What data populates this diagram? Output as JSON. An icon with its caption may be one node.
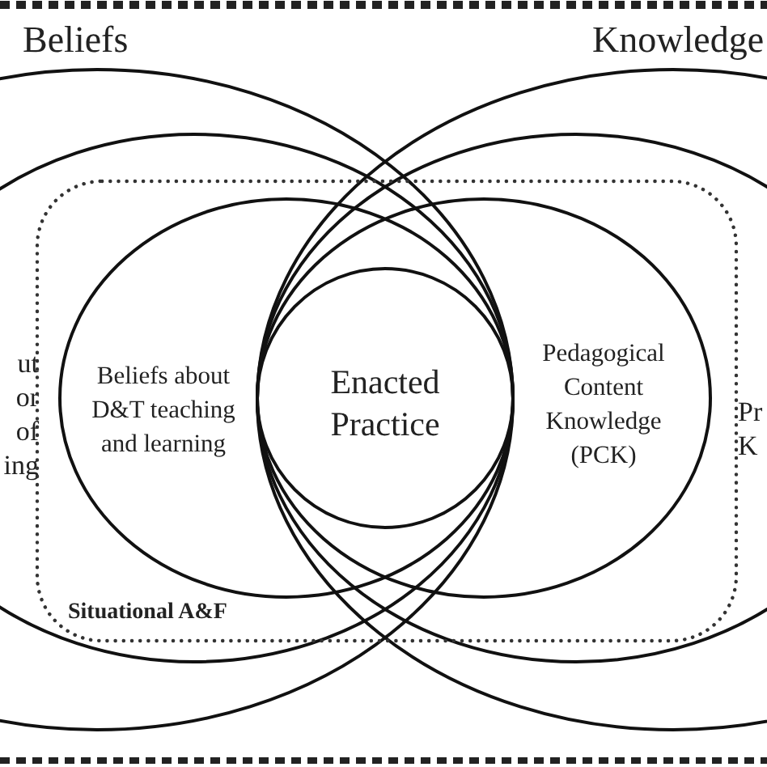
{
  "diagram": {
    "nodes": [
      {
        "text": [
          "Beliefs"
        ]
      },
      {
        "text": [
          "Knowledge"
        ]
      },
      {
        "text": [
          "Situational A&F"
        ]
      },
      {
        "text": [
          "ut or of ing"
        ],
        "in": 0
      },
      {
        "text": [
          "Pr K"
        ],
        "in": 1
      },
      {
        "text": [
          "Beliefs about D&T teaching and learning"
        ]
      },
      {
        "text": [
          "Pedagogical Content Knowledge (PCK)"
        ]
      },
      {
        "text": [
          "Enacted Practice"
        ]
      }
    ]
  }
}
